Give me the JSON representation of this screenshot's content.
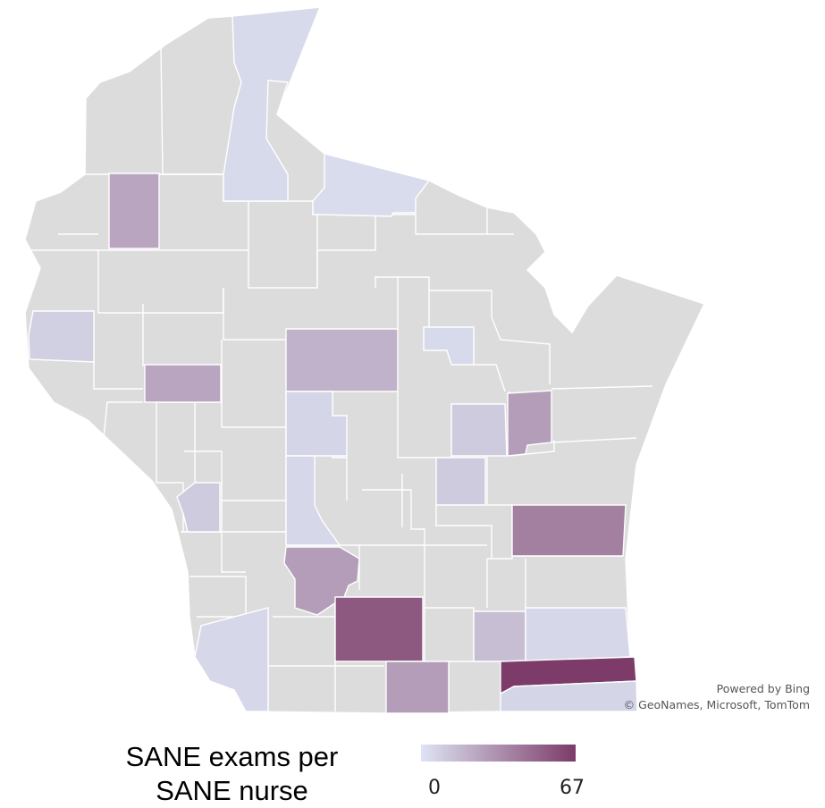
{
  "attribution": {
    "line1": "Powered by Bing",
    "line2": "© GeoNames, Microsoft, TomTom"
  },
  "legend": {
    "title_line1": "SANE exams per",
    "title_line2": "SANE nurse",
    "min_label": "0",
    "max_label": "67",
    "min_color": "#dde4f3",
    "max_color": "#7c3b68"
  },
  "colors": {
    "no_data": "#dcdcdc",
    "border": "#ffffff",
    "background": "#ffffff"
  },
  "regions_with_data": [
    {
      "id": "washburn-area",
      "value": 25
    },
    {
      "id": "pierce-area",
      "value": 8
    },
    {
      "id": "dunn-eau-claire-area",
      "value": 25
    },
    {
      "id": "marathon-area",
      "value": 20
    },
    {
      "id": "wood-portage-area",
      "value": 6
    },
    {
      "id": "juneau-adams-area",
      "value": 5
    },
    {
      "id": "vilas-oneida-north",
      "value": 4
    },
    {
      "id": "iron-vilas-northeast",
      "value": 3
    },
    {
      "id": "shawano-area",
      "value": 4
    },
    {
      "id": "outagamie-area",
      "value": 10
    },
    {
      "id": "brown-area",
      "value": 28
    },
    {
      "id": "winnebago-area",
      "value": 10
    },
    {
      "id": "la-crosse-area",
      "value": 10
    },
    {
      "id": "sauk-area",
      "value": 28
    },
    {
      "id": "sheboygan-area",
      "value": 40
    },
    {
      "id": "grant-area",
      "value": 5
    },
    {
      "id": "dane-area",
      "value": 55
    },
    {
      "id": "green-rock-area",
      "value": 28
    },
    {
      "id": "jefferson-waukesha-area",
      "value": 15
    },
    {
      "id": "milwaukee-area",
      "value": 5
    },
    {
      "id": "racine-area",
      "value": 67
    },
    {
      "id": "kenosha-area",
      "value": 6
    }
  ]
}
